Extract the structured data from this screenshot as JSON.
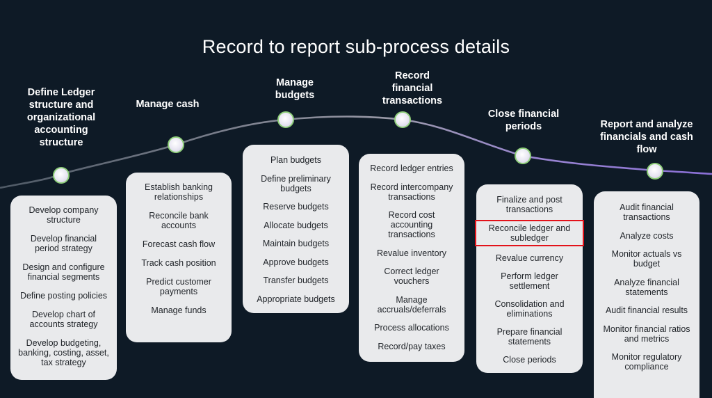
{
  "title": "Record to report sub-process details",
  "stages": [
    {
      "heading": "Define Ledger\nstructure and\norganizational\naccounting\nstructure",
      "items": [
        "Develop company\nstructure",
        "Develop financial\nperiod strategy",
        "Design and configure\nfinancial segments",
        "Define posting policies",
        "Develop chart of\naccounts strategy",
        "Develop budgeting,\nbanking, costing, asset,\ntax strategy"
      ]
    },
    {
      "heading": "Manage cash",
      "items": [
        "Establish banking\nrelationships",
        "Reconcile bank\naccounts",
        "Forecast cash flow",
        "Track cash position",
        "Predict customer\npayments",
        "Manage funds"
      ]
    },
    {
      "heading": "Manage\nbudgets",
      "items": [
        "Plan budgets",
        "Define preliminary\nbudgets",
        "Reserve budgets",
        "Allocate budgets",
        "Maintain budgets",
        "Approve budgets",
        "Transfer budgets",
        "Appropriate budgets"
      ]
    },
    {
      "heading": "Record\nfinancial\ntransactions",
      "items": [
        "Record ledger entries",
        "Record intercompany\ntransactions",
        "Record cost\naccounting\ntransactions",
        "Revalue inventory",
        "Correct ledger\nvouchers",
        "Manage\naccruals/deferrals",
        "Process allocations",
        "Record/pay taxes"
      ]
    },
    {
      "heading": "Close financial\nperiods",
      "items": [
        "Finalize and post\ntransactions",
        "Reconcile ledger and\nsubledger",
        "Revalue currency",
        "Perform ledger\nsettlement",
        "Consolidation and\neliminations",
        "Prepare financial\nstatements",
        "Close periods"
      ],
      "highlighted_item": 1
    },
    {
      "heading": "Report and analyze\nfinancials and cash\nflow",
      "items": [
        "Audit financial\ntransactions",
        "Analyze costs",
        "Monitor actuals vs\nbudget",
        "Analyze financial\nstatements",
        "Audit financial results",
        "Monitor financial ratios\nand metrics",
        "Monitor regulatory\ncompliance"
      ]
    }
  ],
  "colors": {
    "background": "#0e1a26",
    "curve_start": "#5a6470",
    "curve_end": "#8a6fd6",
    "node_ring": "#8fcf7a",
    "card": "#e9eaec",
    "highlight": "#e3121a"
  }
}
